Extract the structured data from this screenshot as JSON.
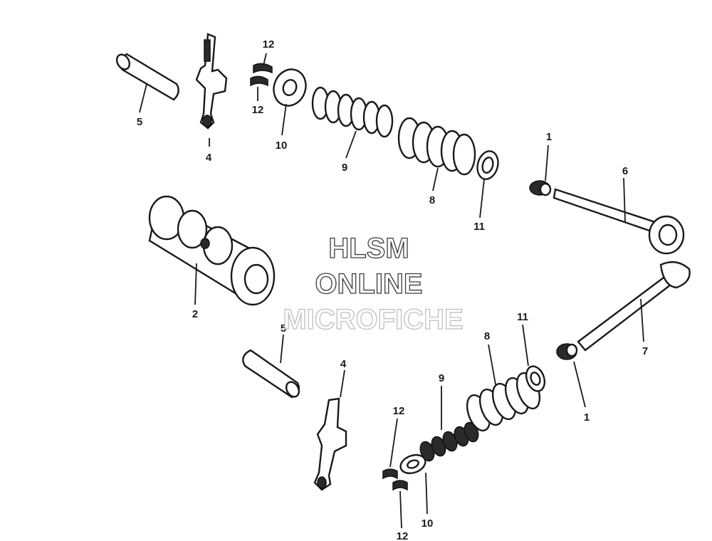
{
  "watermark": {
    "line1": "HLSM",
    "line2": "ONLINE",
    "line3": "MICROFICHE"
  },
  "callouts": {
    "c1_top": "1",
    "c1_bottom": "1",
    "c2": "2",
    "c4_top": "4",
    "c4_bottom": "4",
    "c5_top": "5",
    "c5_bottom": "5",
    "c6": "6",
    "c7": "7",
    "c8_top": "8",
    "c8_bottom": "8",
    "c9_top": "9",
    "c9_bottom": "9",
    "c10_top": "10",
    "c10_bottom": "10",
    "c11_top": "11",
    "c11_bottom": "11",
    "c12_top_a": "12",
    "c12_top_b": "12",
    "c12_bottom_a": "12",
    "c12_bottom_b": "12"
  },
  "colors": {
    "ink": "#1a1a1a",
    "background": "#ffffff",
    "watermark_outline": "#3c3c3c"
  }
}
